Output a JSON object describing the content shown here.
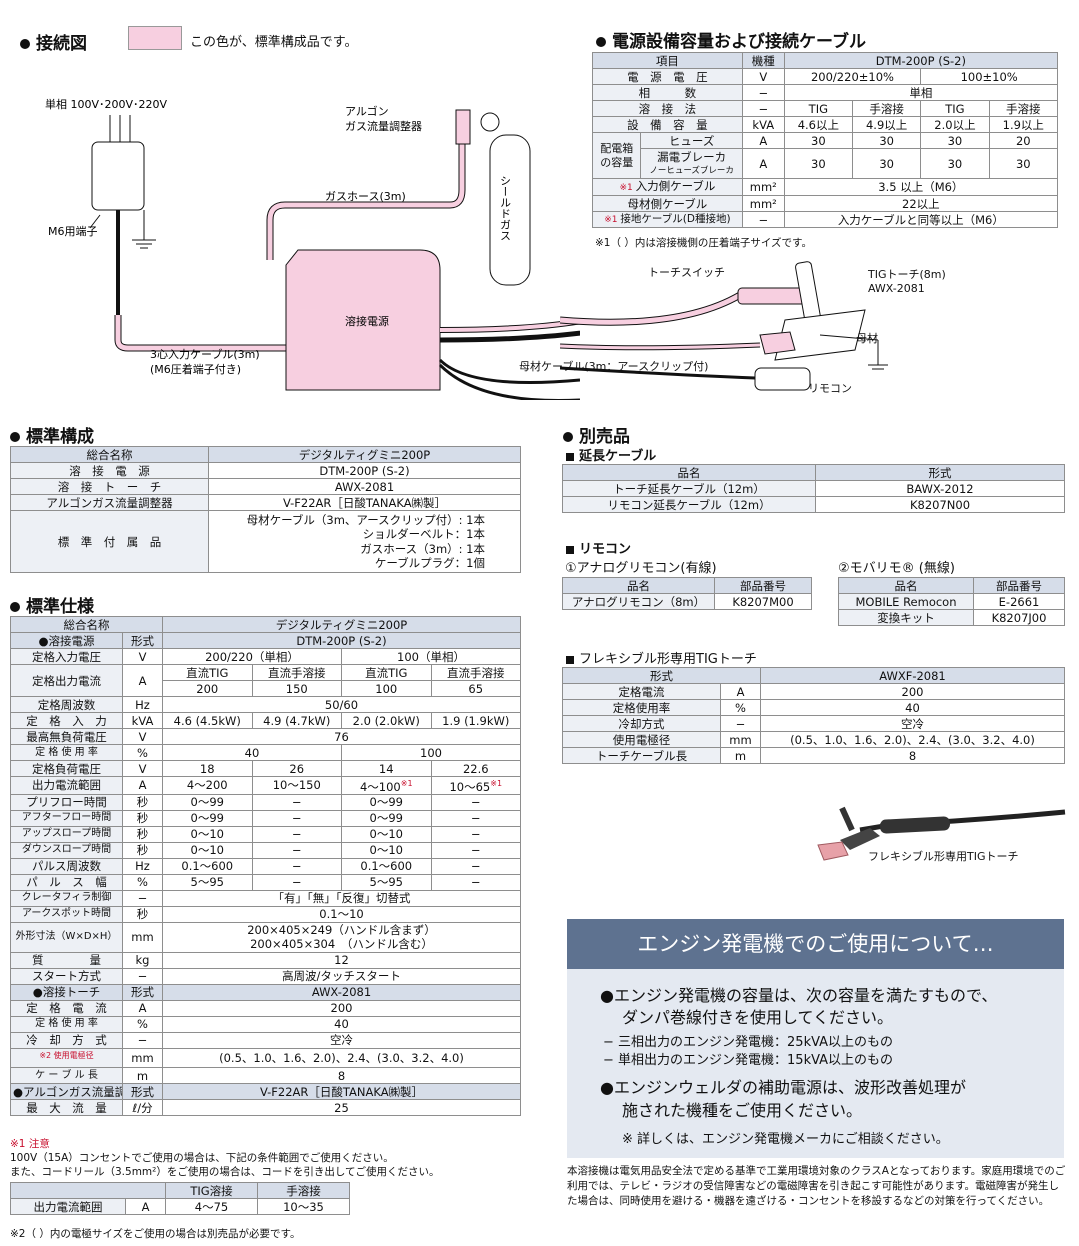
{
  "legend": {
    "title": "接続図",
    "swatch_text": "この色が、標準構成品です。",
    "swatch_color": "#f7cfe0"
  },
  "diagram": {
    "power": "単相 100V･200V･220V",
    "terminal": "M6用端子",
    "regulator": "アルゴン\nガス流量調整器",
    "gas_hose": "ガスホース(3m)",
    "shield_gas": "シールドガス",
    "torch_switch": "トーチスイッチ",
    "tig_torch": "TIGトーチ(8m)\nAWX-2081",
    "welder": "溶接電源",
    "base": "母材",
    "input_cable": "3心入力ケーブル(3m)\n(M6圧着端子付き)",
    "base_cable": "母材ケーブル(3m：アースクリップ付)",
    "remote": "リモコン"
  },
  "power_table": {
    "title": "電源設備容量および接続ケーブル",
    "head": [
      "項目",
      "機種",
      "DTM-200P (S-2)"
    ],
    "rows": [
      [
        "電　源　電　圧",
        "V",
        "200/220±10%",
        "100±10%"
      ],
      [
        "相　　　数",
        "−",
        "単相"
      ],
      [
        "溶　接　法",
        "−",
        "TIG",
        "手溶接",
        "TIG",
        "手溶接"
      ],
      [
        "設　備　容　量",
        "kVA",
        "4.6以上",
        "4.9以上",
        "2.0以上",
        "1.9以上"
      ]
    ],
    "dist_label": "配電箱の容量",
    "fuse": [
      "ヒューズ",
      "A",
      "30",
      "30",
      "30",
      "20"
    ],
    "breaker": [
      "漏電ブレーカ",
      "ノーヒューズブレーカ",
      "A",
      "30",
      "30",
      "30",
      "30"
    ],
    "in_cable": [
      "※1",
      "入力側ケーブル",
      "mm²",
      "3.5 以上（M6）"
    ],
    "base_cable": [
      "母材側ケーブル",
      "mm²",
      "22以上"
    ],
    "earth": [
      "※1",
      "接地ケーブル(D種接地)",
      "−",
      "入力ケーブルと同等以上（M6）"
    ],
    "note": "※1（ ）内は溶接機側の圧着端子サイズです。"
  },
  "std_config": {
    "title": "標準構成",
    "rows": [
      [
        "総合名称",
        "デジタルティグミニ200P"
      ],
      [
        "溶　接　電　源",
        "DTM-200P (S-2)"
      ],
      [
        "溶　接　ト　ー　チ",
        "AWX-2081"
      ],
      [
        "アルゴンガス流量調整器",
        "V-F22AR［日酸TANAKA㈱製］"
      ]
    ],
    "acc_label": "標　準　付　属　品",
    "acc": [
      "母材ケーブル（3m、アースクリップ付）: 1本",
      "ショルダーベルト：1本",
      "ガスホース（3m）: 1本",
      "ケーブルプラグ：1個"
    ]
  },
  "spec": {
    "title": "標準仕様",
    "rows": [
      {
        "c": [
          [
            "総合名称",
            2,
            "hd"
          ],
          [
            "デジタルティグミニ200P",
            4,
            "hd"
          ]
        ]
      },
      {
        "c": [
          [
            "●溶接電源",
            1,
            "hd"
          ],
          [
            "形式",
            1,
            "hd"
          ],
          [
            "DTM-200P (S-2)",
            4,
            "hd"
          ]
        ]
      },
      {
        "c": [
          [
            "定格入力電圧",
            1,
            "lb"
          ],
          [
            "V",
            1
          ],
          [
            "200/220（単相）",
            2
          ],
          [
            "100（単相）",
            2
          ]
        ]
      },
      {
        "c": [
          [
            "定格出力電流",
            1,
            "lb",
            2
          ],
          [
            "A",
            1,
            "",
            2
          ],
          [
            "直流TIG",
            1
          ],
          [
            "直流手溶接",
            1
          ],
          [
            "直流TIG",
            1
          ],
          [
            "直流手溶接",
            1
          ]
        ]
      },
      {
        "c": [
          [
            "200",
            1
          ],
          [
            "150",
            1
          ],
          [
            "100",
            1
          ],
          [
            "65",
            1
          ]
        ]
      },
      {
        "c": [
          [
            "定格周波数",
            1,
            "lb"
          ],
          [
            "Hz",
            1
          ],
          [
            "50/60",
            4
          ]
        ]
      },
      {
        "c": [
          [
            "定　格　入　力",
            1,
            "lb"
          ],
          [
            "kVA",
            1
          ],
          [
            "4.6 (4.5kW)",
            1
          ],
          [
            "4.9 (4.7kW)",
            1
          ],
          [
            "2.0 (2.0kW)",
            1
          ],
          [
            "1.9 (1.9kW)",
            1
          ]
        ]
      },
      {
        "c": [
          [
            "最高無負荷電圧",
            1,
            "lb"
          ],
          [
            "V",
            1
          ],
          [
            "76",
            4
          ]
        ]
      },
      {
        "c": [
          [
            "定 格 使 用 率",
            1,
            "lb"
          ],
          [
            "%",
            1
          ],
          [
            "40",
            2
          ],
          [
            "100",
            2
          ]
        ]
      },
      {
        "c": [
          [
            "定格負荷電圧",
            1,
            "lb"
          ],
          [
            "V",
            1
          ],
          [
            "18",
            1
          ],
          [
            "26",
            1
          ],
          [
            "14",
            1
          ],
          [
            "22.6",
            1
          ]
        ]
      },
      {
        "c": [
          [
            "出力電流範囲",
            1,
            "lb"
          ],
          [
            "A",
            1
          ],
          [
            "4～200",
            1
          ],
          [
            "10～150",
            1
          ],
          [
            "4～100※1",
            1
          ],
          [
            "10～65※1",
            1
          ]
        ]
      },
      {
        "c": [
          [
            "プリフロー時間",
            1,
            "lb"
          ],
          [
            "秒",
            1
          ],
          [
            "0～99",
            1
          ],
          [
            "−",
            1
          ],
          [
            "0～99",
            1
          ],
          [
            "−",
            1
          ]
        ]
      },
      {
        "c": [
          [
            "アフターフロー時間",
            1,
            "lb"
          ],
          [
            "秒",
            1
          ],
          [
            "0～99",
            1
          ],
          [
            "−",
            1
          ],
          [
            "0～99",
            1
          ],
          [
            "−",
            1
          ]
        ]
      },
      {
        "c": [
          [
            "アップスロープ時間",
            1,
            "lb"
          ],
          [
            "秒",
            1
          ],
          [
            "0～10",
            1
          ],
          [
            "−",
            1
          ],
          [
            "0～10",
            1
          ],
          [
            "−",
            1
          ]
        ]
      },
      {
        "c": [
          [
            "ダウンスロープ時間",
            1,
            "lb"
          ],
          [
            "秒",
            1
          ],
          [
            "0～10",
            1
          ],
          [
            "−",
            1
          ],
          [
            "0～10",
            1
          ],
          [
            "−",
            1
          ]
        ]
      },
      {
        "c": [
          [
            "パルス周波数",
            1,
            "lb"
          ],
          [
            "Hz",
            1
          ],
          [
            "0.1～600",
            1
          ],
          [
            "−",
            1
          ],
          [
            "0.1～600",
            1
          ],
          [
            "−",
            1
          ]
        ]
      },
      {
        "c": [
          [
            "パ　ル　ス　幅",
            1,
            "lb"
          ],
          [
            "%",
            1
          ],
          [
            "5～95",
            1
          ],
          [
            "−",
            1
          ],
          [
            "5～95",
            1
          ],
          [
            "−",
            1
          ]
        ]
      },
      {
        "c": [
          [
            "クレータフィラ制御",
            1,
            "lb"
          ],
          [
            "−",
            1
          ],
          [
            "「有」「無」「反復」切替式",
            4
          ]
        ]
      },
      {
        "c": [
          [
            "アークスポット時間",
            1,
            "lb"
          ],
          [
            "秒",
            1
          ],
          [
            "0.1～10",
            4
          ]
        ]
      },
      {
        "c": [
          [
            "外形寸法（W×D×H）",
            1,
            "lb tall"
          ],
          [
            "mm",
            1,
            "tall"
          ],
          [
            "200×405×249（ハンドル含まず）\n200×405×304　（ハンドル含む）",
            4,
            "tall"
          ]
        ]
      },
      {
        "c": [
          [
            "質　　　　量",
            1,
            "lb"
          ],
          [
            "kg",
            1
          ],
          [
            "12",
            4
          ]
        ]
      },
      {
        "c": [
          [
            "スタート方式",
            1,
            "lb"
          ],
          [
            "−",
            1
          ],
          [
            "高周波/タッチスタート",
            4
          ]
        ]
      },
      {
        "c": [
          [
            "●溶接トーチ",
            1,
            "hd"
          ],
          [
            "形式",
            1,
            "hd"
          ],
          [
            "AWX-2081",
            4,
            "hd"
          ]
        ]
      },
      {
        "c": [
          [
            "定　格　電　流",
            1,
            "lb"
          ],
          [
            "A",
            1
          ],
          [
            "200",
            4
          ]
        ]
      },
      {
        "c": [
          [
            "定 格 使 用 率",
            1,
            "lb"
          ],
          [
            "%",
            1
          ],
          [
            "40",
            4
          ]
        ]
      },
      {
        "c": [
          [
            "冷　却　方　式",
            1,
            "lb"
          ],
          [
            "−",
            1
          ],
          [
            "空冷",
            4
          ]
        ]
      },
      {
        "c": [
          [
            "※2 使用電極径",
            1,
            "lb"
          ],
          [
            "mm",
            1
          ],
          [
            "(0.5、1.0、1.6、2.0)、2.4、(3.0、3.2、4.0)",
            4
          ]
        ]
      },
      {
        "c": [
          [
            "ケ ー ブ ル 長",
            1,
            "lb"
          ],
          [
            "m",
            1
          ],
          [
            "8",
            4
          ]
        ]
      },
      {
        "c": [
          [
            "●アルゴンガス流量調整器",
            1,
            "hd"
          ],
          [
            "形式",
            1,
            "hd"
          ],
          [
            "V-F22AR［日酸TANAKA㈱製］",
            4,
            "hd"
          ]
        ]
      },
      {
        "c": [
          [
            "最　大　流　量",
            1,
            "lb"
          ],
          [
            "ℓ/分",
            1
          ],
          [
            "25",
            4
          ]
        ]
      }
    ],
    "note1_title": "※1 注意",
    "note1_lines": [
      "100V（15A）コンセントでご使用の場合は、下記の条件範囲でご使用ください。",
      "また、コードリール（3.5mm²）をご使用の場合は、コードを引き出してご使用ください。"
    ],
    "mini_head": [
      "",
      "TIG溶接",
      "手溶接"
    ],
    "mini_row": [
      "出力電流範囲",
      "A",
      "4～75",
      "10～35"
    ],
    "note2": "※2（ ）内の電極サイズをご使用の場合は別売品が必要です。"
  },
  "options": {
    "title": "別売品",
    "ext": {
      "title": "延長ケーブル",
      "head": [
        "品名",
        "形式"
      ],
      "rows": [
        [
          "トーチ延長ケーブル（12m）",
          "BAWX-2012"
        ],
        [
          "リモコン延長ケーブル（12m）",
          "K8207N00"
        ]
      ]
    },
    "remote": {
      "title": "リモコン",
      "analog_title": "①アナログリモコン(有線)",
      "analog_head": [
        "品名",
        "部品番号"
      ],
      "analog_rows": [
        [
          "アナログリモコン（8m）",
          "K8207M00"
        ]
      ],
      "mobile_title": "②モバリモ® (無線)",
      "mobile_head": [
        "品名",
        "部品番号"
      ],
      "mobile_rows": [
        [
          "MOBILE Remocon",
          "E-2661"
        ],
        [
          "変換キット",
          "K8207J00"
        ]
      ]
    },
    "flex": {
      "title": "フレキシブル形専用TIGトーチ",
      "head": [
        "形式",
        "AWXF-2081"
      ],
      "rows": [
        [
          "定格電流",
          "A",
          "200"
        ],
        [
          "定格使用率",
          "%",
          "40"
        ],
        [
          "冷却方式",
          "−",
          "空冷"
        ],
        [
          "使用電極径",
          "mm",
          "(0.5、1.0、1.6、2.0)、2.4、(3.0、3.2、4.0)"
        ],
        [
          "トーチケーブル長",
          "m",
          "8"
        ]
      ],
      "caption": "フレキシブル形専用TIGトーチ"
    }
  },
  "engine": {
    "title": "エンジン発電機でのご使用について…",
    "p1": [
      "●エンジン発電機の容量は、次の容量を満たすもので、",
      "ダンパ巻線付きを使用してください。"
    ],
    "l1": "− 三相出力のエンジン発電機：25kVA以上のもの",
    "l2": "− 単相出力のエンジン発電機：15kVA以上のもの",
    "p2": [
      "●エンジンウェルダの補助電源は、波形改善処理が",
      "施された機種をご使用ください。"
    ],
    "note": "※ 詳しくは、エンジン発電機メーカにご相談ください。",
    "header_color": "#5e7290",
    "body_color": "#e4e9f1"
  },
  "footer": "本溶接機は電気用品安全法で定める基準で工業用環境対象のクラスAとなっております。家庭用環境でのご利用では、テレビ・ラジオの受信障害などの電磁障害を引き起こす可能性があります。電磁障害が発生した場合は、同時使用を避ける・機器を遠ざける・コンセントを移設するなどの対策を行ってください。"
}
